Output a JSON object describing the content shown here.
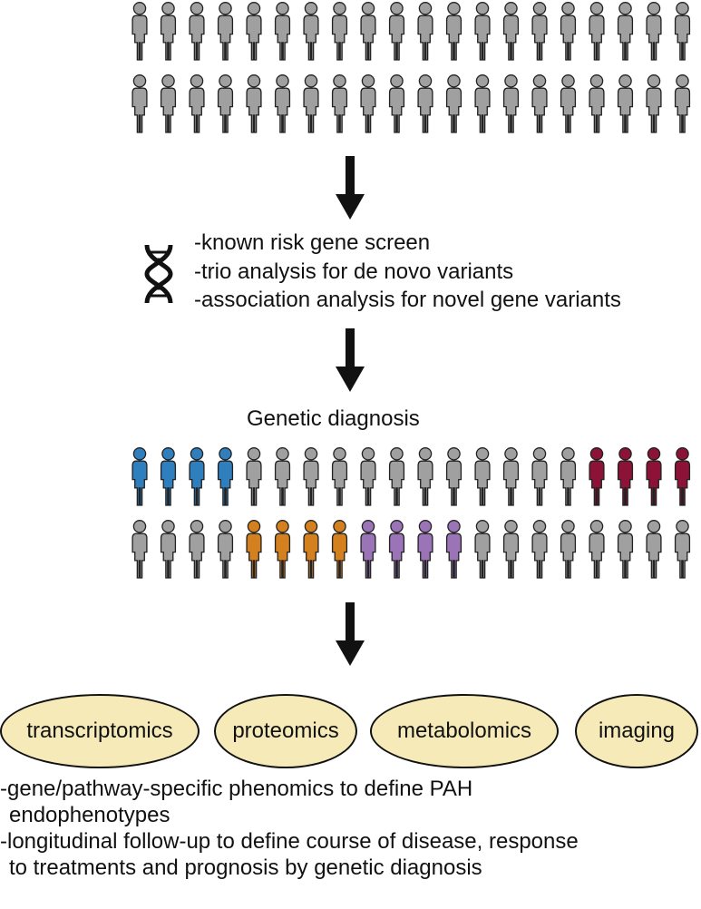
{
  "colors": {
    "person_default": "#a0a0a0",
    "person_outline": "#222222",
    "blue": "#2f7fbf",
    "maroon": "#8c1238",
    "orange": "#d4801e",
    "purple": "#9b74b8",
    "oval_fill": "#f6ebb8"
  },
  "cohort_top": {
    "rows": [
      [
        "gray",
        "gray",
        "gray",
        "gray",
        "gray",
        "gray",
        "gray",
        "gray",
        "gray",
        "gray",
        "gray",
        "gray",
        "gray",
        "gray",
        "gray",
        "gray",
        "gray",
        "gray",
        "gray",
        "gray"
      ],
      [
        "gray",
        "gray",
        "gray",
        "gray",
        "gray",
        "gray",
        "gray",
        "gray",
        "gray",
        "gray",
        "gray",
        "gray",
        "gray",
        "gray",
        "gray",
        "gray",
        "gray",
        "gray",
        "gray",
        "gray"
      ]
    ]
  },
  "analysis": {
    "icon": "dna-icon",
    "steps": [
      "-known risk gene screen",
      "-trio analysis for de novo variants",
      "-association analysis for novel gene variants"
    ]
  },
  "genetic_diagnosis": {
    "title": "Genetic diagnosis",
    "rows": [
      [
        "blue",
        "blue",
        "blue",
        "blue",
        "gray",
        "gray",
        "gray",
        "gray",
        "gray",
        "gray",
        "gray",
        "gray",
        "gray",
        "gray",
        "gray",
        "gray",
        "maroon",
        "maroon",
        "maroon",
        "maroon"
      ],
      [
        "gray",
        "gray",
        "gray",
        "gray",
        "orange",
        "orange",
        "orange",
        "orange",
        "purple",
        "purple",
        "purple",
        "purple",
        "gray",
        "gray",
        "gray",
        "gray",
        "gray",
        "gray",
        "gray",
        "gray"
      ]
    ]
  },
  "omics": [
    "transcriptomics",
    "proteomics",
    "metabolomics",
    "imaging"
  ],
  "notes": [
    {
      "line1": "-gene/pathway-specific phenomics to define PAH",
      "line2": "endophenotypes"
    },
    {
      "line1": "-longitudinal follow-up to define course of disease, response",
      "line2": "to treatments and prognosis by genetic diagnosis"
    }
  ]
}
